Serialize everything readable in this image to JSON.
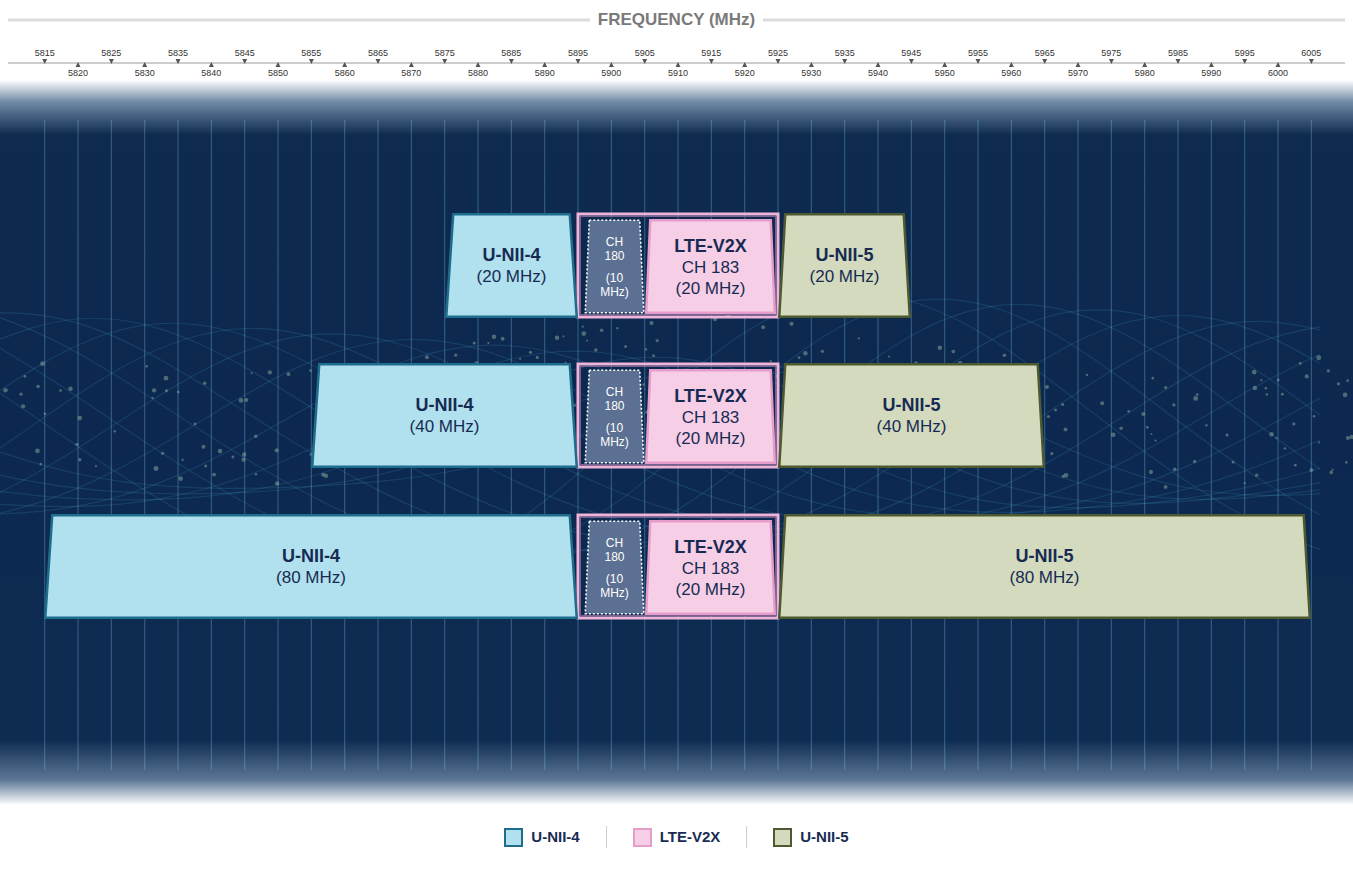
{
  "diagram": {
    "title": "FREQUENCY (MHz)",
    "nodes": [
      {
        "text": [
          "U-NII-4",
          "(20 MHz)"
        ]
      },
      {
        "text": [
          "CH 180",
          "(10 MHz)"
        ]
      },
      {
        "text": [
          "LTE-V2X",
          "CH 183",
          "(20 MHz)"
        ]
      },
      {
        "text": [
          "U-NII-5",
          "(20 MHz)"
        ]
      },
      {
        "text": [
          "U-NII-4",
          "(40 MHz)"
        ]
      },
      {
        "text": [
          "CH 180",
          "(10 MHz)"
        ]
      },
      {
        "text": [
          "LTE-V2X",
          "CH 183",
          "(20 MHz)"
        ]
      },
      {
        "text": [
          "U-NII-5",
          "(40 MHz)"
        ]
      },
      {
        "text": [
          "U-NII-4",
          "(80 MHz)"
        ]
      },
      {
        "text": [
          "CH 180",
          "(10 MHz)"
        ]
      },
      {
        "text": [
          "LTE-V2X",
          "CH 183",
          "(20 MHz)"
        ]
      },
      {
        "text": [
          "U-NII-5",
          "(80 MHz)"
        ]
      }
    ],
    "labels": [
      "5815",
      "5820",
      "5825",
      "5830",
      "5835",
      "5840",
      "5845",
      "5850",
      "5855",
      "5860",
      "5865",
      "5870",
      "5875",
      "5880",
      "5885",
      "5890",
      "5895",
      "5900",
      "5905",
      "5910",
      "5915",
      "5920",
      "5925",
      "5930",
      "5935",
      "5940",
      "5945",
      "5950",
      "5955",
      "5960",
      "5965",
      "5970",
      "5975",
      "5980",
      "5985",
      "5990",
      "5995",
      "6000",
      "6005"
    ],
    "legend": [
      {
        "text": "U-NII-4",
        "color": "#b1e0ee"
      },
      {
        "text": "LTE-V2X",
        "color": "#f6cfe6"
      },
      {
        "text": "U-NII-5",
        "color": "#d4dabe"
      }
    ]
  }
}
